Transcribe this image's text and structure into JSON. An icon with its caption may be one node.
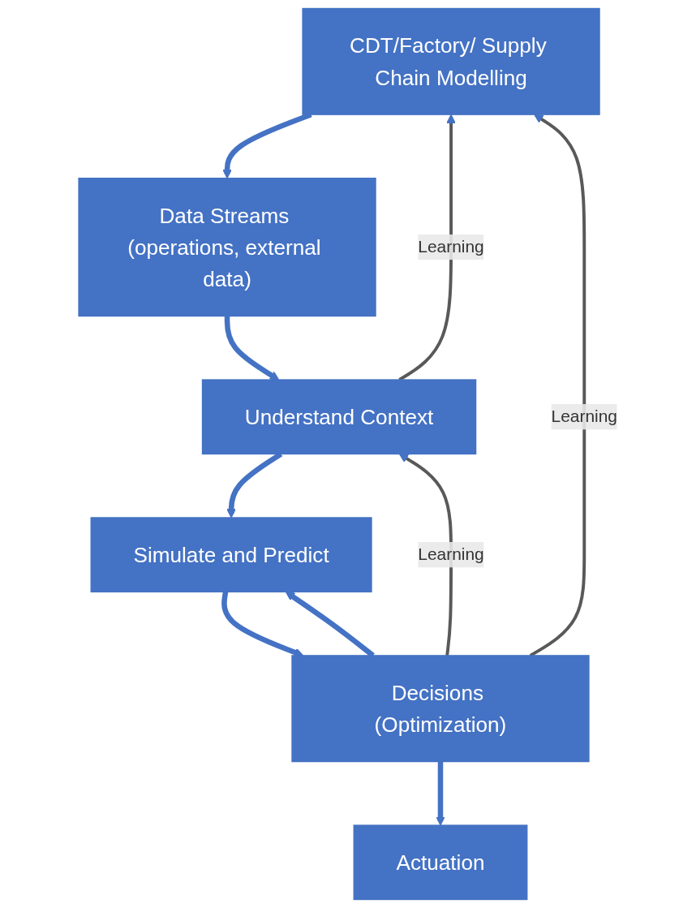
{
  "diagram": {
    "nodes": [
      {
        "text": [
          "CDT/Factory/ Supply Chain Modelling"
        ]
      },
      {
        "text": [
          "Data Streams (operations, external data)"
        ]
      },
      {
        "text": [
          "Understand Context"
        ]
      },
      {
        "text": [
          "Simulate and Predict"
        ]
      },
      {
        "text": [
          "Decisions (Optimization)"
        ]
      },
      {
        "text": [
          "Actuation"
        ]
      }
    ],
    "edges": [
      {
        "from": 0,
        "to": 1,
        "arrow": "to"
      },
      {
        "from": 1,
        "to": 2,
        "arrow": "to"
      },
      {
        "from": 2,
        "to": 3,
        "arrow": "to"
      },
      {
        "from": 3,
        "to": 4,
        "arrow": "to"
      },
      {
        "from": 4,
        "to": 3,
        "arrow": "to"
      },
      {
        "from": 4,
        "to": 5,
        "arrow": "to"
      },
      {
        "from": 2,
        "to": 0,
        "arrow": "to",
        "label": "Learning",
        "color": "#595959"
      },
      {
        "from": 4,
        "to": 2,
        "arrow": "to",
        "label": "Learning",
        "color": "#595959"
      },
      {
        "from": 4,
        "to": 0,
        "arrow": "to",
        "label": "Learning",
        "color": "#595959"
      }
    ]
  }
}
